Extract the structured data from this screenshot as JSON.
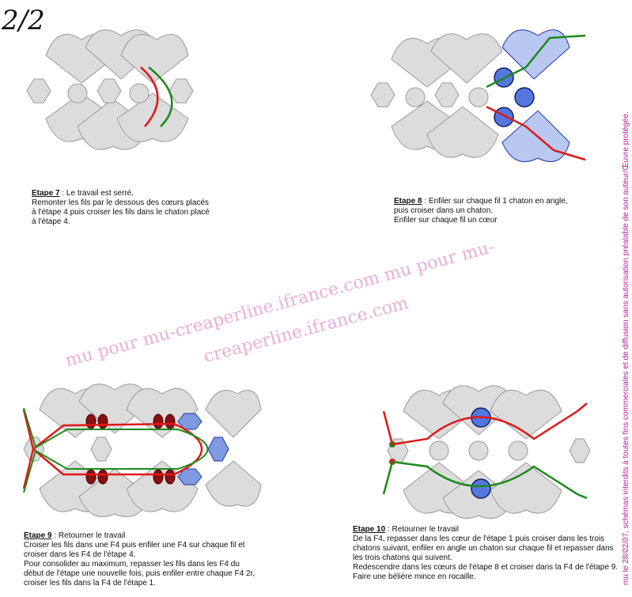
{
  "page_number": "2/2",
  "watermarks": {
    "line1": "mu pour mu-creaperline.ifrance.com mu pour mu-",
    "line2": "creaperline.ifrance.com"
  },
  "side_note": "mu le 28/02/07, schémas interdits à toutes fins commerciales et de diffusion sans autorisation préalable de son auteur/Œuvre protégée.",
  "steps": [
    {
      "title": "Etape 7",
      "sep": " : ",
      "lines": [
        "Le travail est serré.",
        "Remonter les fils par le dessous des cœurs placés à l'étape 4 puis croiser les fils dans le chaton placé à l'étape 4."
      ]
    },
    {
      "title": "Etape 8",
      "sep": " : ",
      "lines": [
        "Enfiler sur chaque fil 1 chaton en angle, puis croiser dans un chaton.",
        "Enfiler sur chaque fil un cœur"
      ]
    },
    {
      "title": "Etape 9",
      "sep": " : ",
      "lines": [
        "Retourner le travail",
        "Croiser les fils dans une F4 puis enfiler une F4 sur chaque fil et croiser dans les F4 de l'étape 4.",
        "Pour consolider au maximum, repasser les fils dans les F4 du début de l'étape une nouvelle fois, puis enfiler entre chaque F4 2r, croiser les fils dans la F4 de l'étape 1."
      ]
    },
    {
      "title": "Etape 10",
      "sep": " : ",
      "lines": [
        "Retourner le travail",
        "De la F4, repasser dans les cœur de l'étape 1 puis croiser dans les trois chatons suivant, enfiler en angle un chaton sur chaque fil et repasser dans les trois chatons qui suivent.",
        "Redescendre dans les cœurs de l'étape 8 et croiser dans la F4 de l'étape 9.",
        "Faire une bélière mince en rocaille."
      ]
    }
  ],
  "colors": {
    "thread_red": "#e01818",
    "thread_green": "#1a8a1a",
    "heart_fill": "#dcdcdc",
    "new_bead_blue": "#5577dd",
    "rocaille_red": "#8a1010",
    "watermark": "#e8a6d2"
  }
}
